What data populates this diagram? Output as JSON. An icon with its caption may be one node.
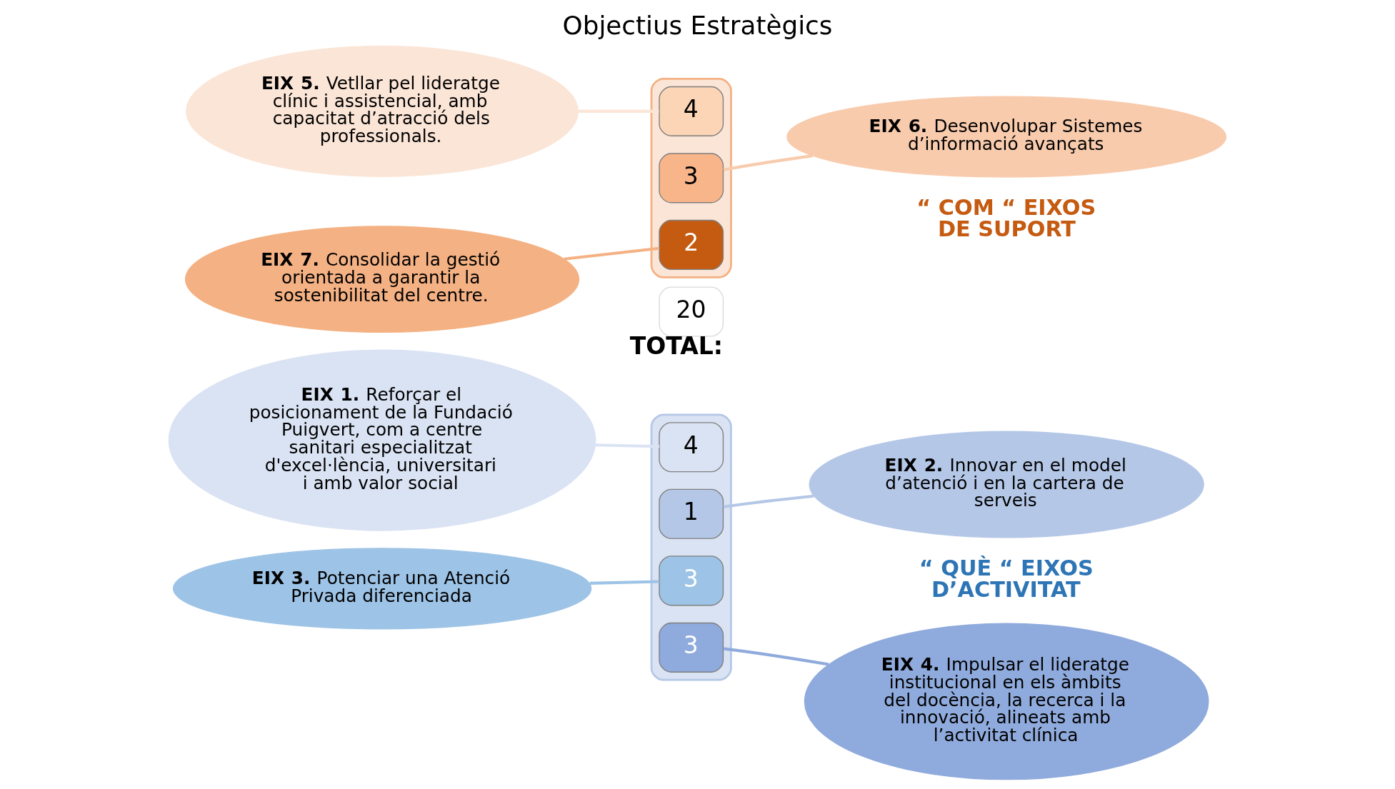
{
  "diagram": {
    "title": "Objectius Estratègics",
    "nodes": [
      {
        "text": [],
        "shape": "box"
      },
      {
        "text": [
          "4"
        ],
        "in": 0
      },
      {
        "text": [
          "1"
        ],
        "in": 0
      },
      {
        "text": [
          "3"
        ],
        "in": 0
      },
      {
        "text": [
          "3"
        ],
        "in": 0
      },
      {
        "text": [],
        "shape": "box"
      },
      {
        "text": [
          "4"
        ],
        "in": 5
      },
      {
        "text": [
          "3"
        ],
        "in": 5
      },
      {
        "text": [
          "2"
        ],
        "in": 5
      },
      {
        "text": [
          "20"
        ],
        "beside": [
          "TOTAL:"
        ]
      },
      {
        "text": [
          "**EIX 1.** Reforçar el posicionament de la Fundació Puigvert, com a centre sanitari especialitzat d'excel·lència, universitari i amb valor social"
        ]
      },
      {
        "text": [
          "**EIX 2.** Innovar en el model d’atenció i en la cartera de serveis"
        ]
      },
      {
        "text": [
          "**EIX 3.** Potenciar una Atenció Privada diferenciada"
        ]
      },
      {
        "text": [
          "**EIX 4.** Impulsar el lideratge institucional en els àmbits del docència, la recerca i la innovació, alineats amb l’activitat clínica"
        ]
      },
      {
        "text": [
          "**EIX 5.** Vetllar pel lideratge clínic i assistencial, amb capacitat d’atracció dels professionals."
        ]
      },
      {
        "text": [
          "**EIX 6.** Desenvolupar Sistemes d’informació avançats"
        ]
      },
      {
        "text": [
          "**EIX 7.** Consolidar la gestió orientada a garantir la sostenibilitat del centre."
        ]
      }
    ],
    "edges": [
      {
        "from": 10,
        "to": 1,
        "arrow": "none",
        "color": "#dae3f3"
      },
      {
        "from": 11,
        "to": 2,
        "arrow": "none",
        "color": "#b4c7e7"
      },
      {
        "from": 12,
        "to": 3,
        "arrow": "none",
        "color": "#9dc3e6"
      },
      {
        "from": 13,
        "to": 4,
        "arrow": "none",
        "color": "#8faadc"
      },
      {
        "from": 14,
        "to": 6,
        "arrow": "none",
        "color": "#fbe5d6"
      },
      {
        "from": 15,
        "to": 7,
        "arrow": "none",
        "color": "#f8cbad"
      },
      {
        "from": 16,
        "to": 8,
        "arrow": "none",
        "color": "#f4b183"
      }
    ],
    "labels": [
      "“ QUÈ “ EIXOS D’ACTIVITAT",
      "“ COM “ EIXOS DE SUPORT"
    ]
  }
}
